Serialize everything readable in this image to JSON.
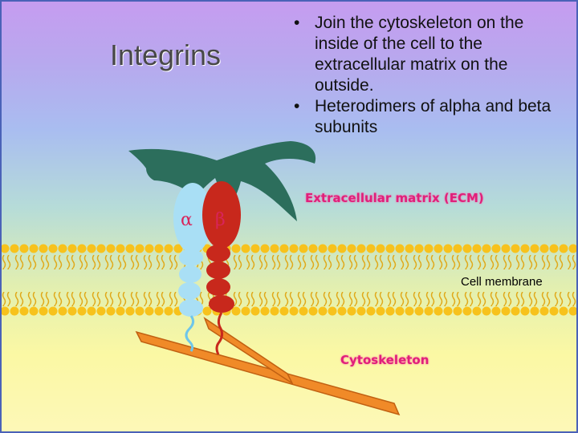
{
  "slide": {
    "title": "Integrins",
    "bullets": [
      "Join the cytoskeleton on the inside of the cell to the extracellular matrix on the outside.",
      "Heterodimers of alpha and beta subunits"
    ],
    "bullet_symbol": "•"
  },
  "diagram": {
    "alpha_label": "α",
    "beta_label": "β",
    "ecm_label": "Extracellular matrix (ECM)",
    "membrane_label": "Cell membrane",
    "cytoskeleton_label": "Cytoskeleton"
  },
  "colors": {
    "alpha_subunit": "#a9dff5",
    "beta_subunit": "#c8281c",
    "ecm_fibers": "#2c6e5c",
    "lipid_heads": "#f7c21c",
    "cytoskeleton": "#f08a28",
    "label_accent": "#e0207a"
  }
}
